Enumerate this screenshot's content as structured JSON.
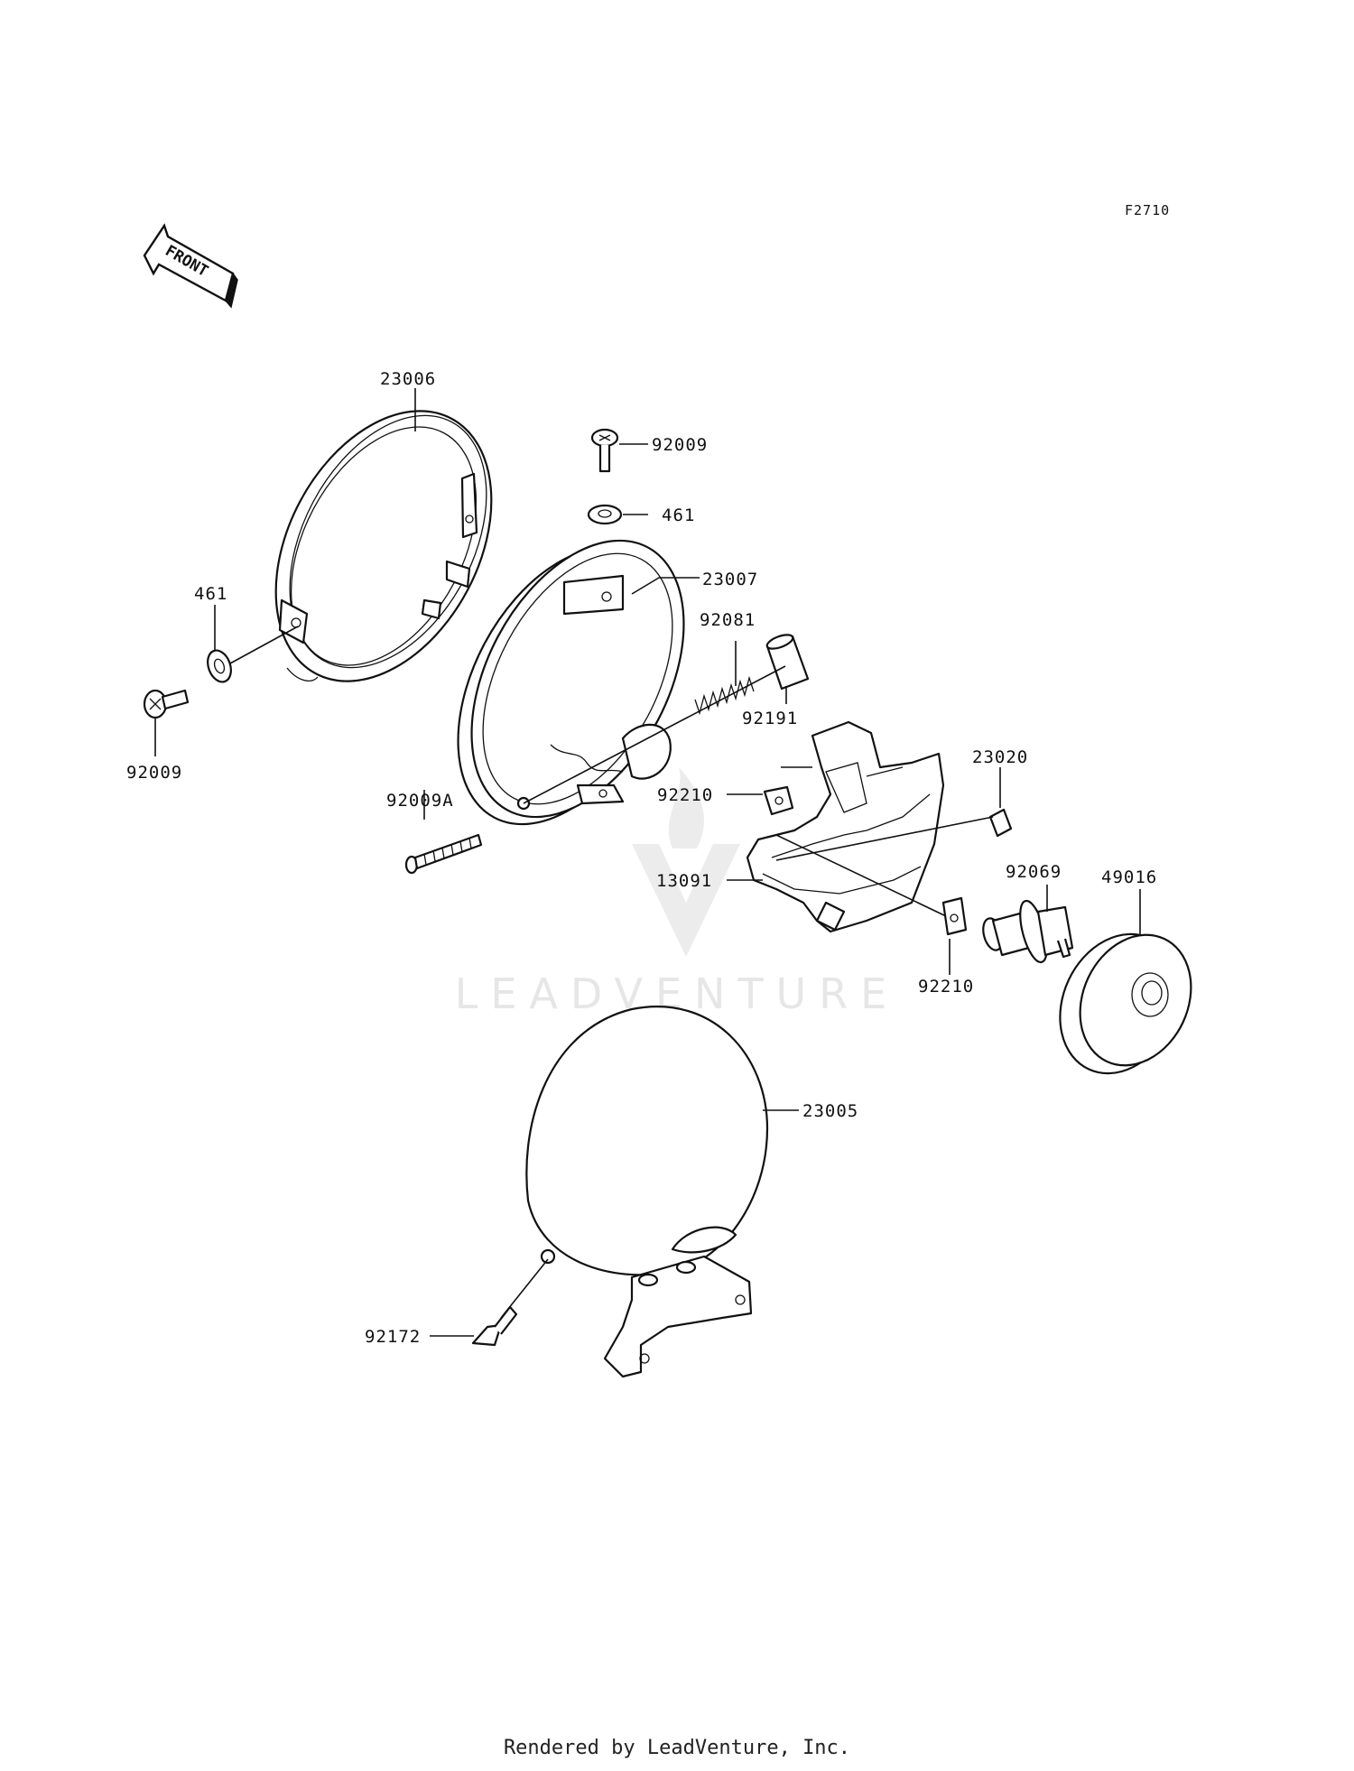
{
  "figure_code": "F2710",
  "front_label": "FRONT",
  "watermark": "LEADVENTURE",
  "credit": "Rendered by LeadVenture, Inc.",
  "callouts": {
    "c23006": "23006",
    "c92009_top": "92009",
    "c461_top": "461",
    "c23007": "23007",
    "c461_left": "461",
    "c92081": "92081",
    "c92009_left": "92009",
    "c92191": "92191",
    "c23020": "23020",
    "c92009a": "92009A",
    "c92210_a": "92210",
    "c13091": "13091",
    "c92069": "92069",
    "c49016": "49016",
    "c92210_b": "92210",
    "c23005": "23005",
    "c92172": "92172"
  }
}
